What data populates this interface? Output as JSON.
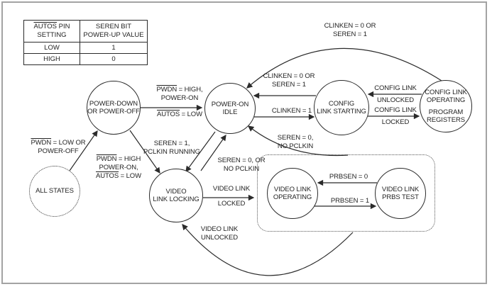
{
  "colors": {
    "stroke": "#2b2b2b",
    "frame": "#a3a3a3",
    "background": "#ffffff"
  },
  "table": {
    "col1_header": {
      "ov": "AUTOS",
      "rest": " PIN",
      "line2": "SETTING"
    },
    "col2_header": {
      "line1": "SEREN BIT",
      "line2": "POWER-UP VALUE"
    },
    "rows": [
      {
        "setting": "LOW",
        "value": "1"
      },
      {
        "setting": "HIGH",
        "value": "0"
      }
    ]
  },
  "states": {
    "power_down": {
      "label": "POWER-DOWN\nOR POWER-OFF"
    },
    "power_on_idle": {
      "label": "POWER-ON\nIDLE"
    },
    "config_link_starting": {
      "label": "CONFIG\nLINK STARTING"
    },
    "config_link_operating": {
      "label": "CONFIG LINK\nOPERATING",
      "label2": "PROGRAM\nREGISTERS"
    },
    "video_link_locking": {
      "label": "VIDEO\nLINK LOCKING"
    },
    "all_states": {
      "label": "ALL STATES"
    },
    "video_link_operating": {
      "label": "VIDEO LINK\nOPERATING"
    },
    "video_link_prbs_test": {
      "label": "VIDEO LINK\nPRBS TEST"
    }
  },
  "transitions": {
    "all_states_to_power_down": {
      "l1_ov": "PWDN",
      "l1": " = LOW OR",
      "l2": "POWER-OFF"
    },
    "power_down_to_idle_top": {
      "l1_ov": "PWDN",
      "l1": " = HIGH,",
      "l2": "POWER-ON"
    },
    "power_down_to_idle_bottom": {
      "l1_ov": "AUTOS",
      "l1": " = LOW"
    },
    "power_down_to_locking": {
      "l1_ov": "PWDN",
      "l1": " = HIGH",
      "l2": "POWER-ON,",
      "l3_ov": "AUTOS",
      "l3": " = LOW"
    },
    "idle_to_locking": {
      "l1": "SEREN = 1,",
      "l2": "PCLKIN RUNNING"
    },
    "locking_to_idle": {
      "l1": "SEREN = 0, OR",
      "l2": "NO PCLKIN"
    },
    "video_operating_to_idle": {
      "l1": "SEREN = 0,",
      "l2": "NO PCLKIN"
    },
    "starting_to_idle": {
      "l1": "CLINKEN = 0 OR",
      "l2": "SEREN = 1"
    },
    "idle_to_starting": {
      "l1": "CLINKEN = 1"
    },
    "config_operating_to_idle_arc": {
      "l1": "CLINKEN = 0 OR",
      "l2": "SEREN = 1"
    },
    "config_link_unlocked": {
      "l1": "CONFIG LINK",
      "l2": "UNLOCKED"
    },
    "config_link_locked": {
      "l1": "CONFIG LINK",
      "l2": "LOCKED"
    },
    "video_link_locked": {
      "l1": "VIDEO LINK",
      "l2": "LOCKED"
    },
    "video_link_unlocked": {
      "l1": "VIDEO LINK",
      "l2": "UNLOCKED"
    },
    "prbsen_0": {
      "l1": "PRBSEN = 0"
    },
    "prbsen_1": {
      "l1": "PRBSEN = 1"
    }
  }
}
